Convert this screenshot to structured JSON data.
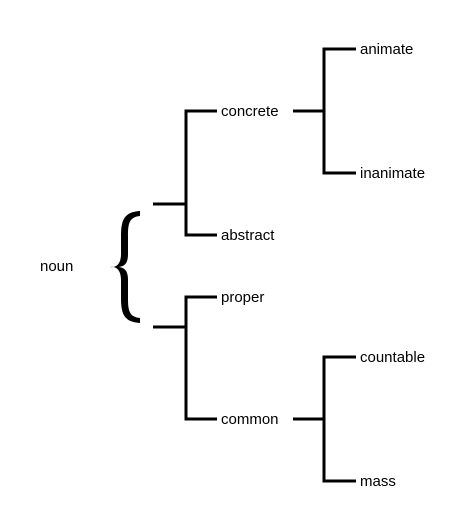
{
  "diagram": {
    "root": "noun",
    "level1": [
      "concrete",
      "abstract",
      "proper",
      "common"
    ],
    "concrete_children": [
      "animate",
      "inanimate"
    ],
    "common_children": [
      "countable",
      "mass"
    ]
  },
  "colors": {
    "line": "#000000",
    "text": "#000000",
    "background": "#ffffff"
  }
}
